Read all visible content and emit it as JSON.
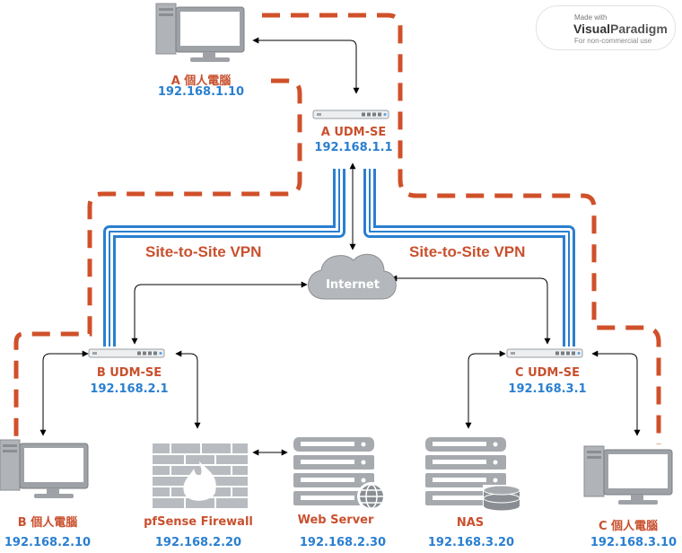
{
  "watermark": {
    "made_with": "Made with",
    "brand_visual": "Visual",
    "brand_paradigm": "Paradigm",
    "usage": "For non-commercial use"
  },
  "devices": {
    "a_pc": {
      "name": "A 個人電腦",
      "ip": "192.168.1.10"
    },
    "a_udm": {
      "name": "A UDM-SE",
      "ip": "192.168.1.1"
    },
    "internet": {
      "name": "Internet"
    },
    "b_udm": {
      "name": "B UDM-SE",
      "ip": "192.168.2.1"
    },
    "c_udm": {
      "name": "C UDM-SE",
      "ip": "192.168.3.1"
    },
    "b_pc": {
      "name": "B 個人電腦",
      "ip": "192.168.2.10"
    },
    "pfsense": {
      "name": "pfSense Firewall",
      "ip": "192.168.2.20"
    },
    "web_server": {
      "name": "Web Server",
      "ip": "192.168.2.30"
    },
    "nas": {
      "name": "NAS",
      "ip": "192.168.3.20"
    },
    "c_pc": {
      "name": "C 個人電腦",
      "ip": "192.168.3.10"
    }
  },
  "links": {
    "vpn_left": "Site-to-Site VPN",
    "vpn_right": "Site-to-Site VPN"
  },
  "colors": {
    "dashed_border": "#d0502a",
    "vpn_tunnel": "#2a7fd0",
    "label_name": "#c9502e",
    "label_ip": "#2a7fd0"
  }
}
